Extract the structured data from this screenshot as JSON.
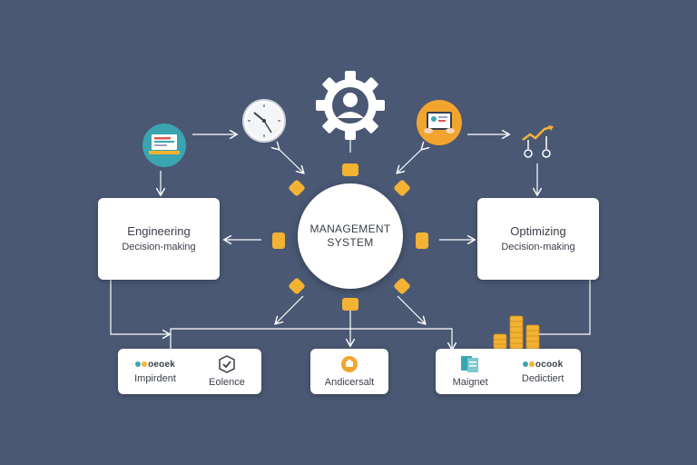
{
  "center": {
    "line1": "MANAGEMENT",
    "line2": "SYSTEM"
  },
  "left_box": {
    "title": "Engineering",
    "subtitle": "Decision-making"
  },
  "right_box": {
    "title": "Optimizing",
    "subtitle": "Decision-making"
  },
  "bottom_left": {
    "brand": "oeoek",
    "left_label": "Impirdent",
    "right_label": "Eolence"
  },
  "bottom_center": {
    "label": "Andicersalt"
  },
  "bottom_right": {
    "left_label": "Maignet",
    "brand": "ocook",
    "right_label": "Dedictiert"
  },
  "colors": {
    "background": "#4a5874",
    "accent": "#f2b233",
    "box": "#ffffff",
    "teal": "#3aa5b0",
    "text": "#3a3f4a"
  },
  "icons": [
    "laptop-icon",
    "clock-icon",
    "gear-person-icon",
    "tablet-icon",
    "growth-chart-icon",
    "coin-stack-icon",
    "check-icon",
    "badge-icon"
  ]
}
